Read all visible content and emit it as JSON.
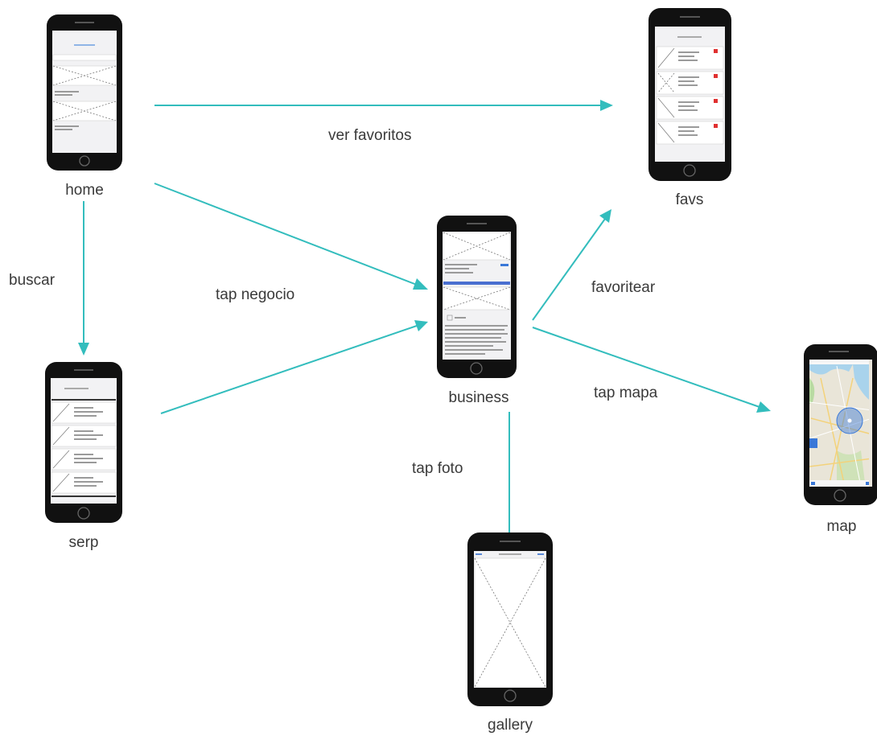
{
  "screens": {
    "home": "home",
    "favs": "favs",
    "business": "business",
    "serp": "serp",
    "gallery": "gallery",
    "map": "map"
  },
  "transitions": {
    "ver_favoritos": "ver favoritos",
    "buscar": "buscar",
    "tap_negocio": "tap negocio",
    "favoritear": "favoritear",
    "tap_mapa": "tap mapa",
    "tap_foto": "tap foto"
  },
  "colors": {
    "arrow": "#33bdbd",
    "phone": "#111111",
    "label": "#3a3a3a",
    "fav_marker": "#e03030",
    "map_blue": "#3a78d8"
  }
}
